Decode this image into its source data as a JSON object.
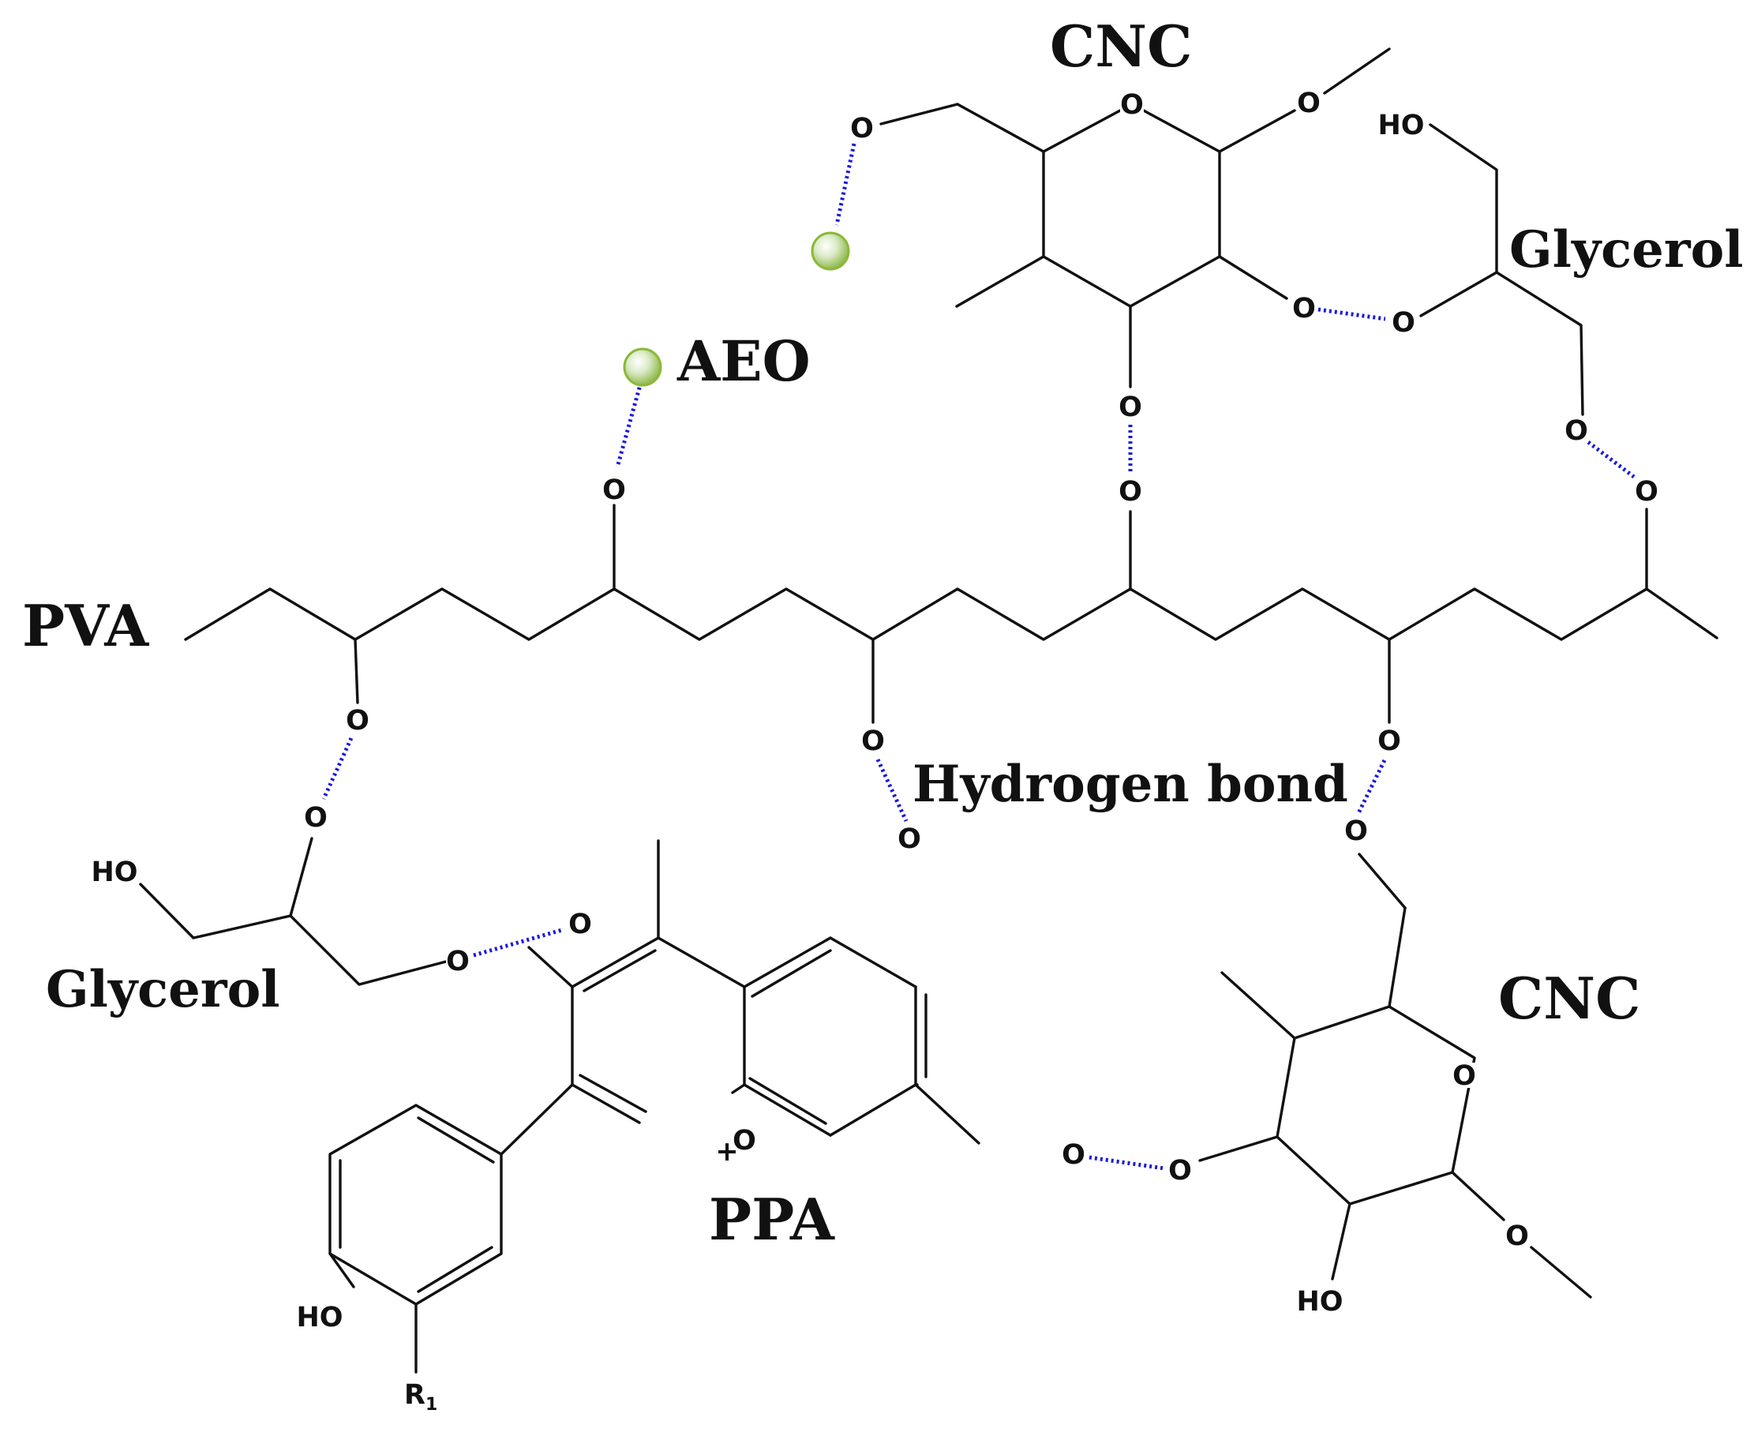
{
  "labels": {
    "cnc_top": "CNC",
    "cnc_bottom": "CNC",
    "glycerol_top": "Glycerol",
    "glycerol_bottom": "Glycerol",
    "aeo": "AEO",
    "pva": "PVA",
    "ppa": "PPA",
    "hydrogen_bond": "Hydrogen bond"
  },
  "atoms": {
    "oxygen": "O",
    "hydroxyl": "HO",
    "charge": "+",
    "r_group": "R",
    "r_subscript": "1"
  },
  "colors": {
    "bond": "#111111",
    "hydrogen_bond": "#1a1adc",
    "hydrogen_bond_label": "#1a1adc",
    "aeo_sphere_outer": "#8bb83a",
    "aeo_sphere_inner": "#ffffff"
  },
  "icons": {
    "aeo_particle": "green-sphere-icon"
  }
}
